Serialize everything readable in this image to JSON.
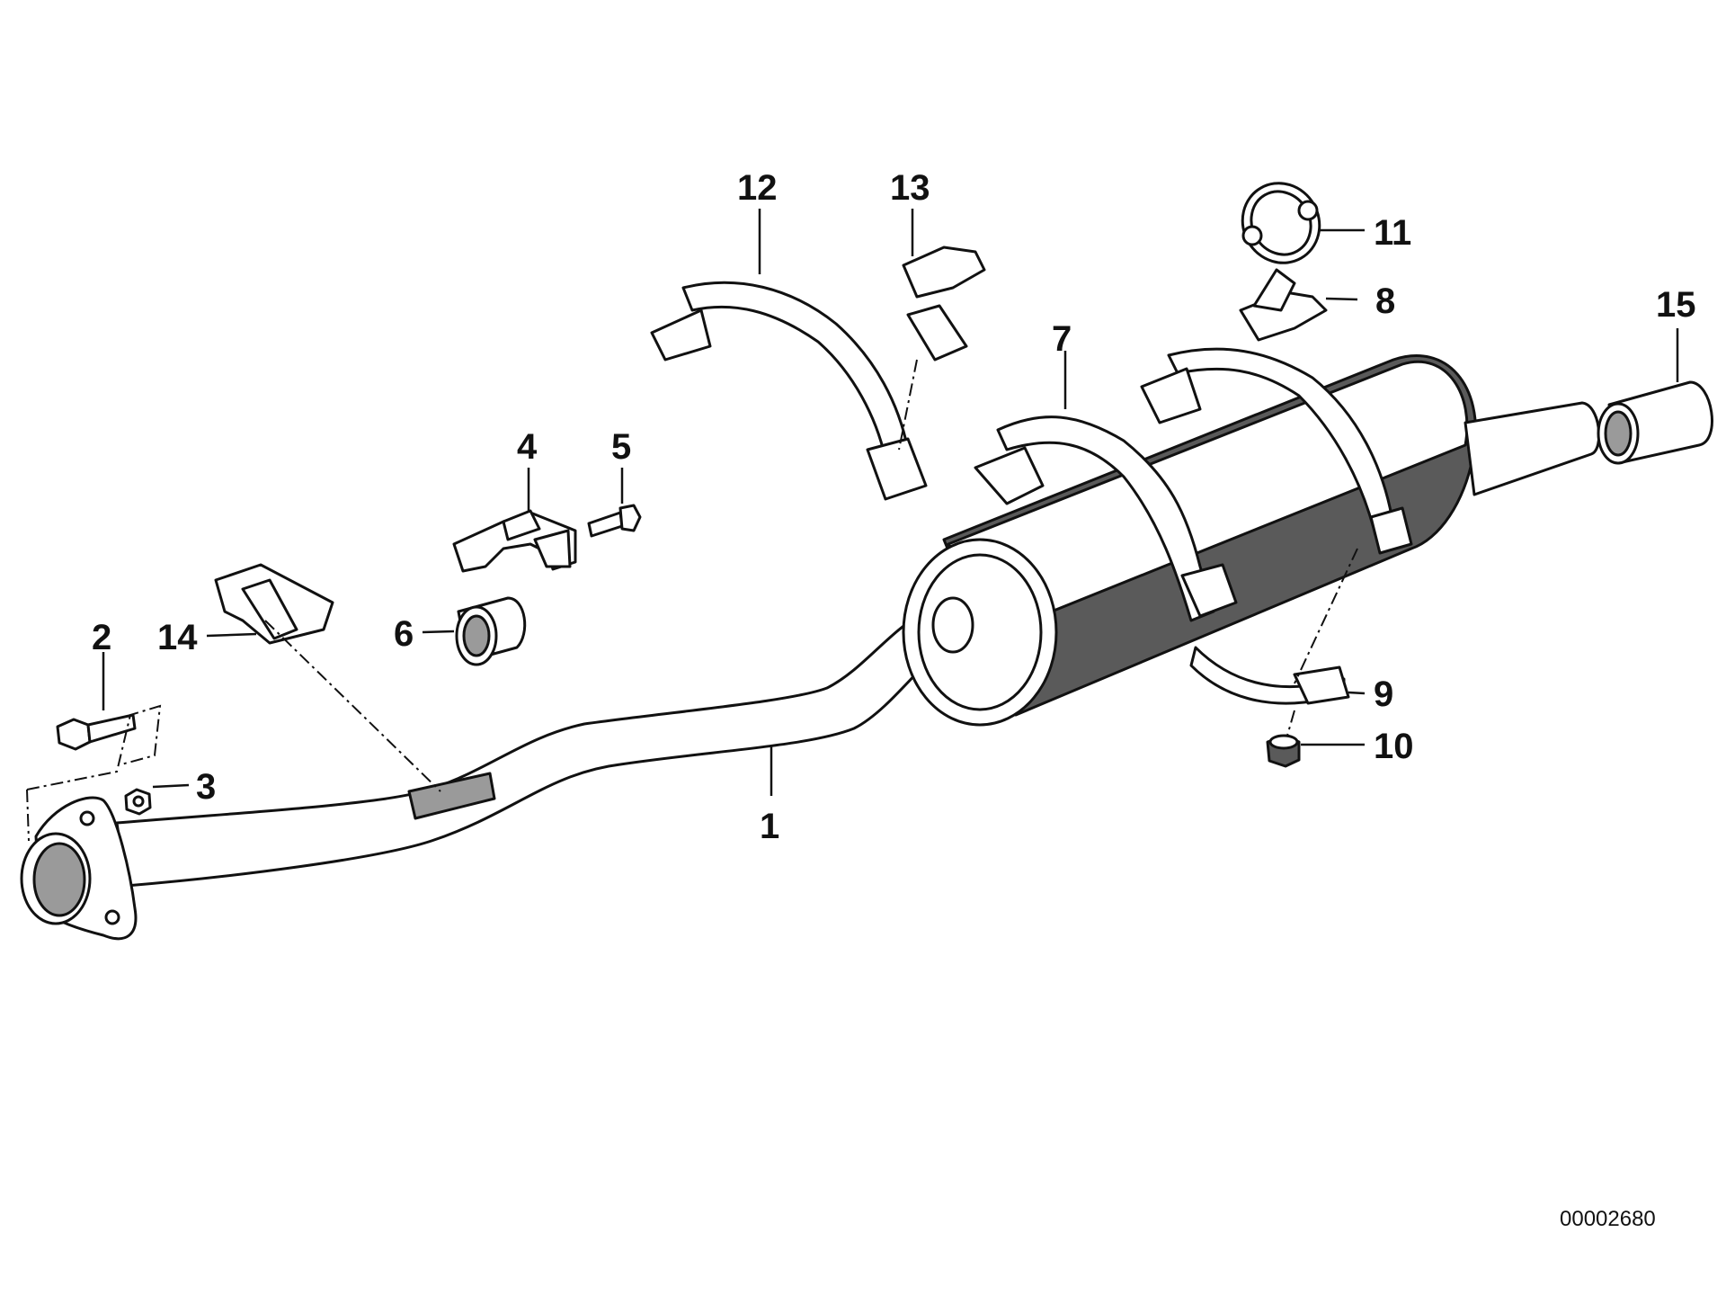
{
  "callouts": [
    {
      "id": "1",
      "text": "1"
    },
    {
      "id": "2",
      "text": "2"
    },
    {
      "id": "3",
      "text": "3"
    },
    {
      "id": "4",
      "text": "4"
    },
    {
      "id": "5",
      "text": "5"
    },
    {
      "id": "6",
      "text": "6"
    },
    {
      "id": "7",
      "text": "7"
    },
    {
      "id": "8",
      "text": "8"
    },
    {
      "id": "9",
      "text": "9"
    },
    {
      "id": "10",
      "text": "10"
    },
    {
      "id": "11",
      "text": "11"
    },
    {
      "id": "12",
      "text": "12"
    },
    {
      "id": "13",
      "text": "13"
    },
    {
      "id": "14",
      "text": "14"
    },
    {
      "id": "15",
      "text": "15"
    }
  ],
  "reference_number": "00002680"
}
